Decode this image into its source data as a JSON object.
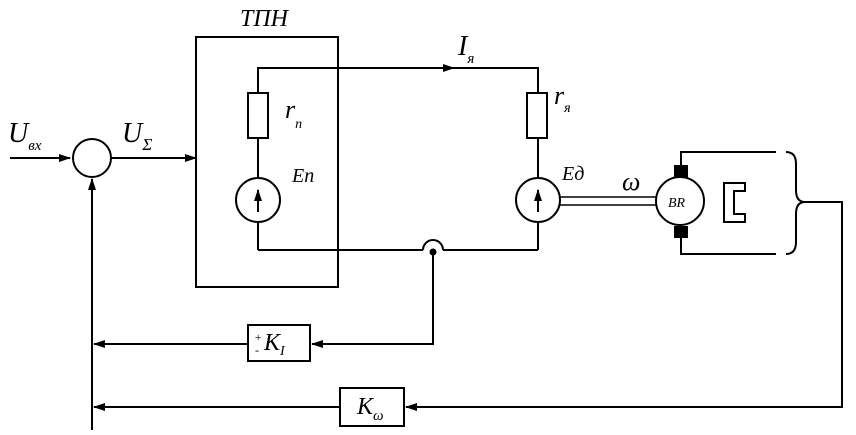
{
  "block_tpn": {
    "label": "ТПН"
  },
  "signals": {
    "u_in": {
      "main": "U",
      "sub": "вх"
    },
    "u_sum": {
      "main": "U",
      "sub": "Σ"
    },
    "i_a": {
      "main": "I",
      "sub": "я"
    },
    "omega": "ω"
  },
  "components": {
    "r_p": {
      "main": "r",
      "sub": "п"
    },
    "r_a": {
      "main": "r",
      "sub": "я"
    },
    "e_p": "Еп",
    "e_d": "Ед",
    "tacho": "BR"
  },
  "feedback": {
    "k_i": {
      "sign_plus": "+",
      "sign_minus": "-",
      "main": "K",
      "sub": "I"
    },
    "k_w": {
      "main": "K",
      "sub": "ω"
    }
  }
}
